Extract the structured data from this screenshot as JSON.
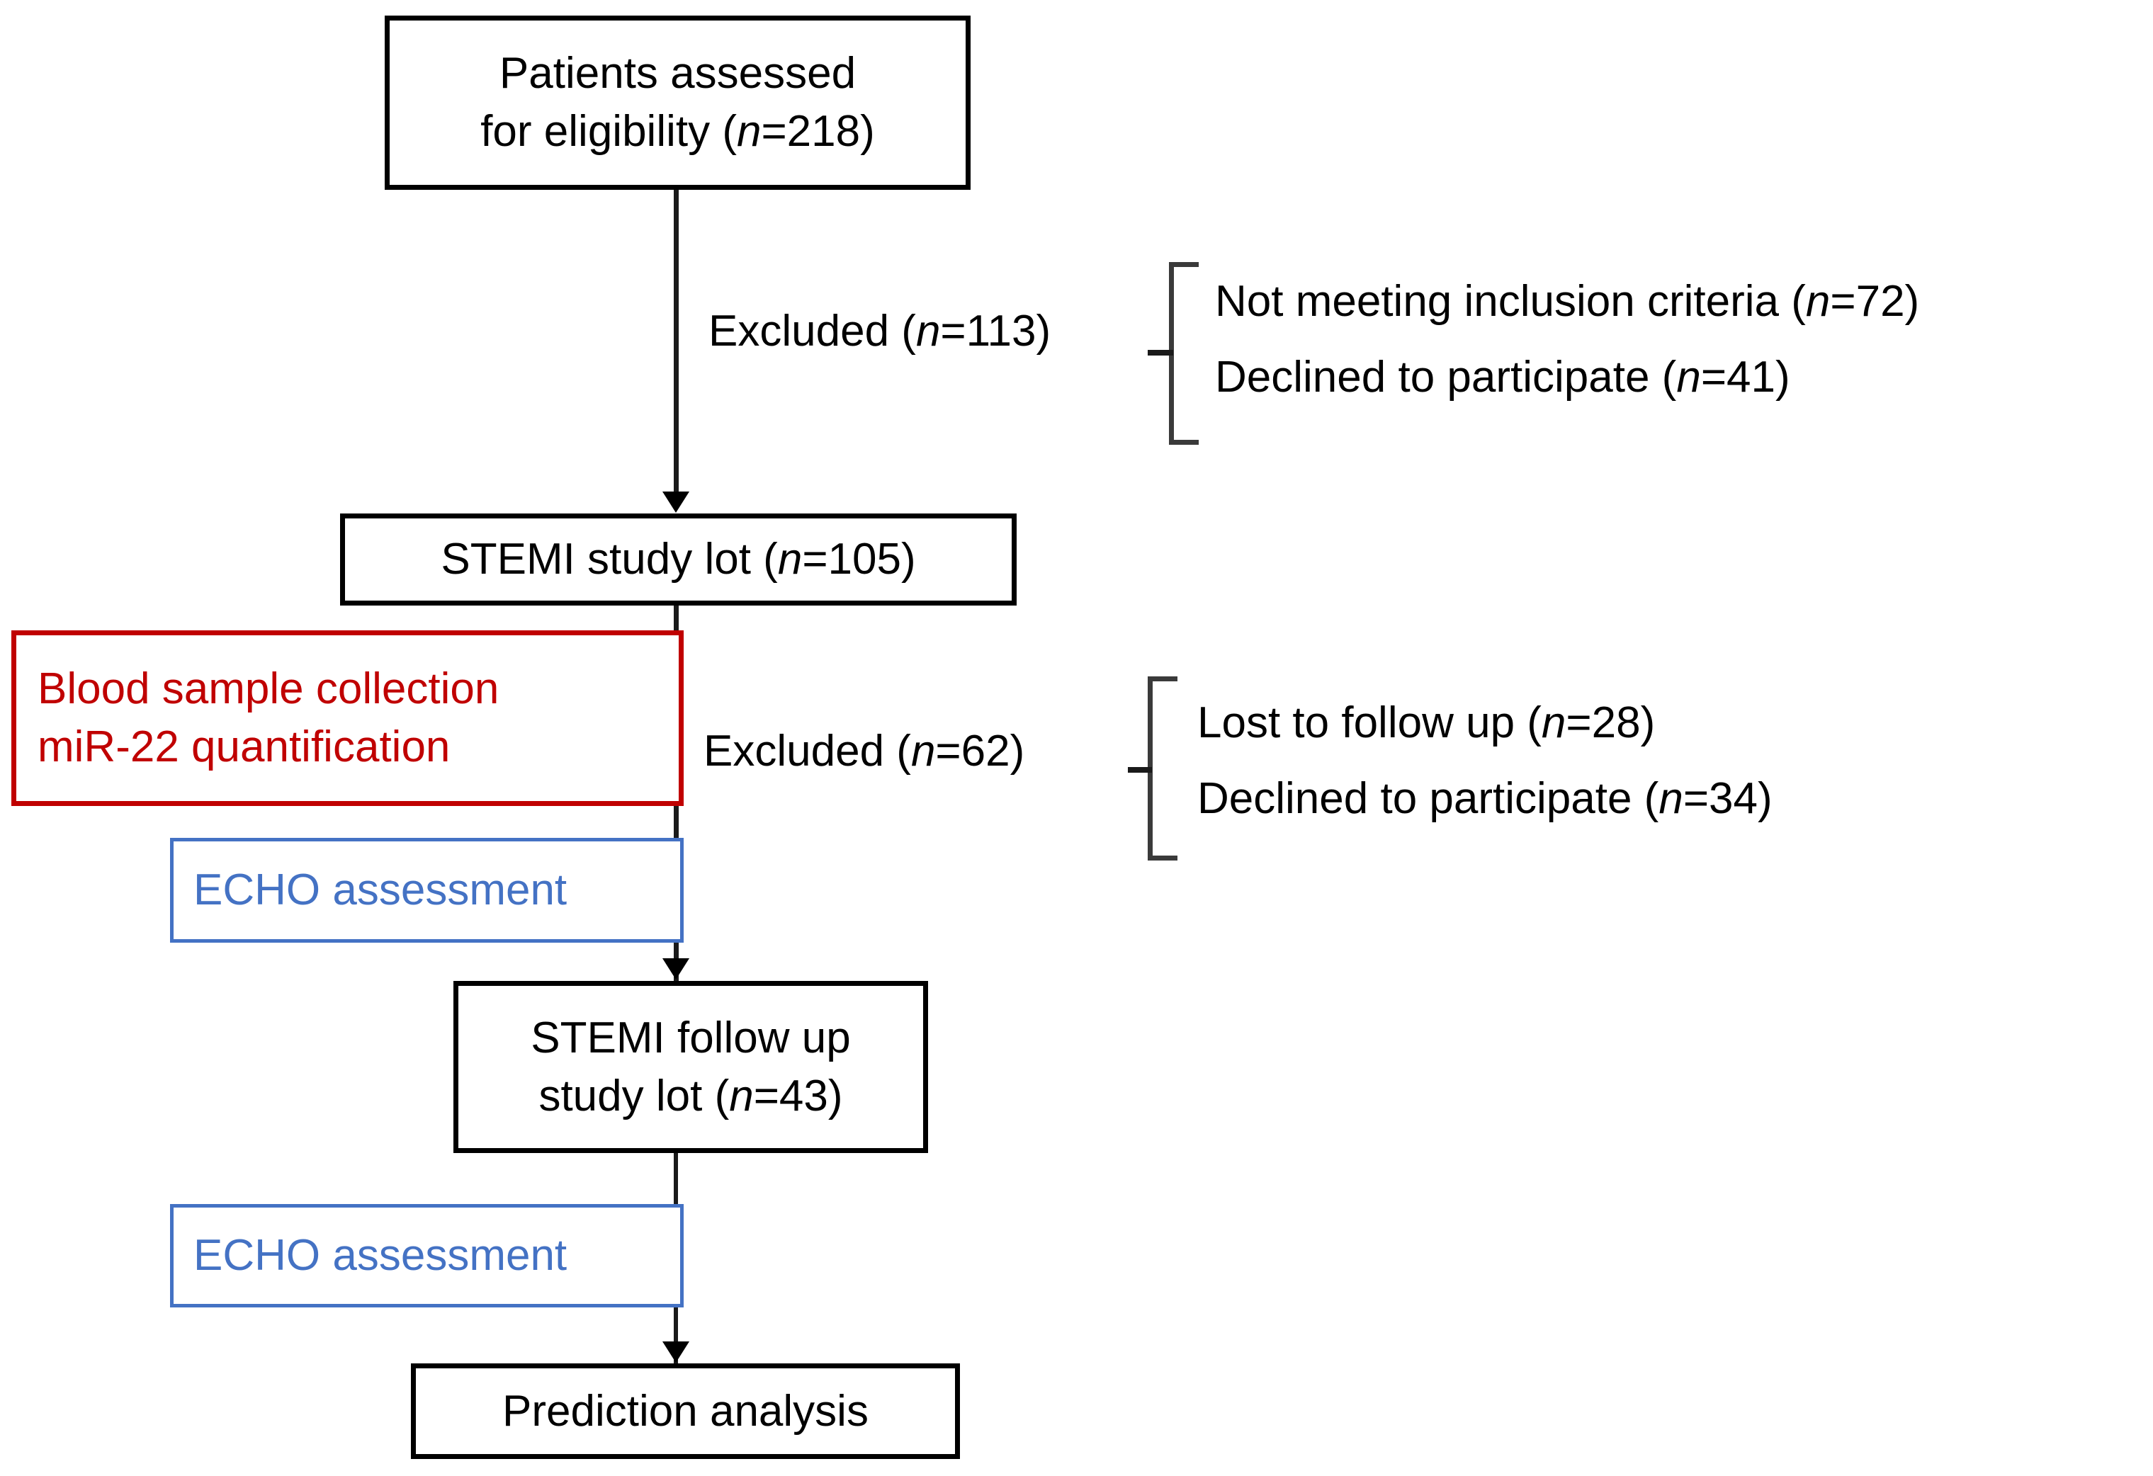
{
  "figure": {
    "type": "consort-flow-diagram",
    "title": "STEMI study patient flow diagram",
    "colors": {
      "black": "#000000",
      "red": "#c00000",
      "blue": "#4472c4",
      "connector": "#1a1a1a",
      "bracket": "#3a3a3a",
      "background": "#ffffff"
    }
  },
  "nodes": {
    "assessed": {
      "line1": "Patients assessed",
      "line2_pre": "for eligibility (",
      "line2_n": "n",
      "line2_post": "=218)",
      "n_value": 218,
      "color": "black"
    },
    "study_lot": {
      "line1_pre": "STEMI study lot (",
      "line1_n": "n",
      "line1_post": "=105)",
      "n_value": 105,
      "color": "black"
    },
    "blood_sample": {
      "line1": "Blood sample collection",
      "line2": "miR-22 quantification",
      "color": "red"
    },
    "echo_1": {
      "label": "ECHO assessment",
      "color": "blue"
    },
    "followup_lot": {
      "line1": "STEMI follow up",
      "line2_pre": "study lot (",
      "line2_n": "n",
      "line2_post": "=43)",
      "n_value": 43,
      "color": "black"
    },
    "echo_2": {
      "label": "ECHO assessment",
      "color": "blue"
    },
    "prediction": {
      "label": "Prediction analysis",
      "color": "black"
    }
  },
  "exclusions": {
    "first": {
      "label_pre": "Excluded (",
      "label_n": "n",
      "label_post": "=113)",
      "n_value": 113,
      "reasons": [
        {
          "pre": "Not meeting inclusion criteria (",
          "n": "n",
          "post": "=72)",
          "n_value": 72
        },
        {
          "pre": "Declined to participate (",
          "n": "n",
          "post": "=41)",
          "n_value": 41
        }
      ]
    },
    "second": {
      "label_pre": "Excluded (",
      "label_n": "n",
      "label_post": "=62)",
      "n_value": 62,
      "reasons": [
        {
          "pre": "Lost to follow up (",
          "n": "n",
          "post": "=28)",
          "n_value": 28
        },
        {
          "pre": "Declined to participate (",
          "n": "n",
          "post": "=34)",
          "n_value": 34
        }
      ]
    }
  }
}
